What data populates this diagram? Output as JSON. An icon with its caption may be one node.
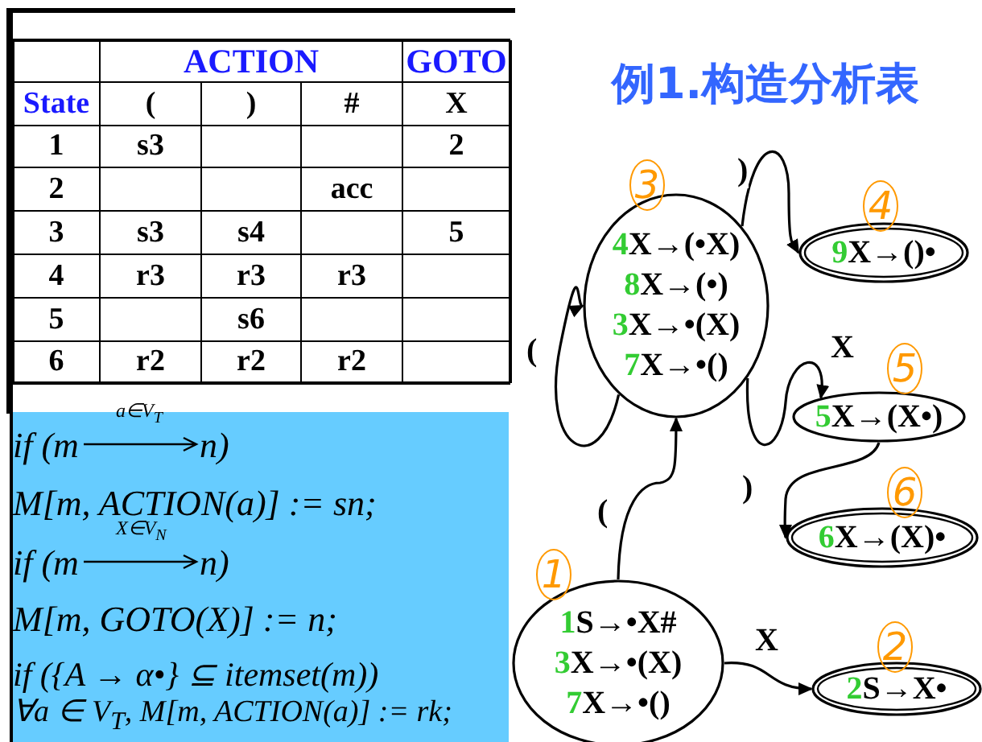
{
  "diagram": {
    "title": "例1.构造分析表",
    "nodes": [
      {
        "text": [
          "4X→(•X)",
          "8X→(•)",
          "3X→•(X)",
          "7X→•()"
        ],
        "beside": [
          "3"
        ]
      },
      {
        "text": [
          "9X→()•"
        ],
        "beside": [
          "4"
        ]
      },
      {
        "text": [
          "5X→(X•)"
        ],
        "beside": [
          "5"
        ]
      },
      {
        "text": [
          "6X→(X)•"
        ],
        "beside": [
          "6"
        ]
      },
      {
        "text": [
          "1S→•X#",
          "3X→•(X)",
          "7X→•()"
        ],
        "beside": [
          "1"
        ]
      },
      {
        "text": [
          "2S→X•"
        ],
        "beside": [
          "2"
        ]
      }
    ],
    "edges": [
      {
        "from": 0,
        "to": 1,
        "arrow": "to",
        "label": ")"
      },
      {
        "from": 0,
        "to": 0,
        "arrow": "to",
        "label": "("
      },
      {
        "from": 0,
        "to": 2,
        "arrow": "to",
        "label": "X"
      },
      {
        "from": 4,
        "to": 0,
        "arrow": "to",
        "label": "("
      },
      {
        "from": 2,
        "to": 3,
        "arrow": "to",
        "label": ")"
      },
      {
        "from": 4,
        "to": 5,
        "arrow": "to",
        "label": "X"
      }
    ],
    "labels": [
      "ACTION",
      "GOTO",
      "State",
      "(",
      ")",
      "#",
      "X",
      "1",
      "s3",
      "2",
      "2",
      "acc",
      "3",
      "s3",
      "s4",
      "5",
      "4",
      "r3",
      "r3",
      "r3",
      "5",
      "s6",
      "6",
      "r2",
      "r2",
      "r2",
      "if (m",
      "a∈V$_{T}$",
      "n)",
      "M[m, ACTION(a)] := sn;",
      "if (m",
      "X∈V$_{N}$",
      "n)",
      "M[m, GOTO(X)] := n;",
      "if ({A → α•} ⊆ itemset(m))",
      "∀a ∈ V$_{T}$, M[m, ACTION(a)] := rk;"
    ]
  }
}
